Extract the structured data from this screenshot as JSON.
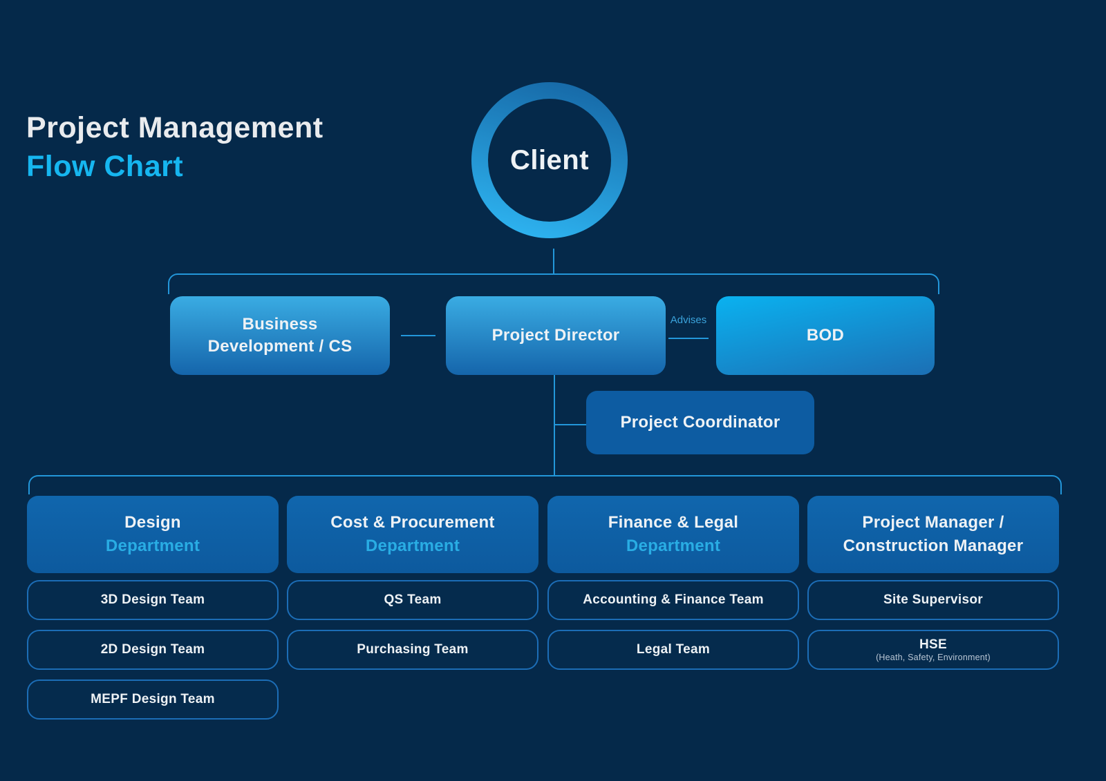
{
  "title": {
    "line1": "Project Management",
    "line2": "Flow Chart"
  },
  "client": {
    "label": "Client"
  },
  "level2": {
    "business_dev": "Business Development / CS",
    "project_director": "Project Director",
    "advises_label": "Advises",
    "bod": "BOD",
    "project_coordinator": "Project Coordinator"
  },
  "departments": [
    {
      "title": "Design",
      "subtitle": "Department",
      "teams": [
        "3D Design Team",
        "2D Design Team",
        "MEPF Design Team"
      ]
    },
    {
      "title": "Cost & Procurement",
      "subtitle": "Department",
      "teams": [
        "QS Team",
        "Purchasing Team"
      ]
    },
    {
      "title": "Finance & Legal",
      "subtitle": "Department",
      "teams": [
        "Accounting & Finance Team",
        "Legal Team"
      ]
    },
    {
      "title": "Project Manager /",
      "subtitle": "Construction Manager",
      "teams": [
        "Site Supervisor"
      ],
      "hse": {
        "title": "HSE",
        "subtitle": "(Heath, Safety, Environment)"
      }
    }
  ],
  "colors": {
    "background": "#05294a",
    "accent_cyan": "#16b6f0",
    "connector_blue": "#2397da",
    "department_subtitle_blue": "#29ade4",
    "department_box_blue": "#0f61a6",
    "coordinator_box_blue": "#0d5ca2",
    "team_border_blue": "#1c6db6",
    "gradient_box_top": "#3aace3",
    "gradient_box_bottom": "#1565ab",
    "bod_gradient_top": "#0ab2f0",
    "text_white": "#eef2f5"
  }
}
